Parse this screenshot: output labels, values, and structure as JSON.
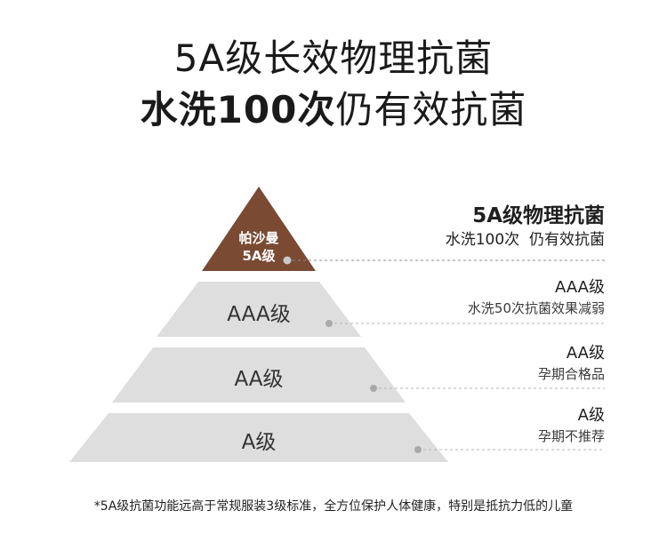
{
  "headline": {
    "line1": "5A级长效物理抗菌",
    "line2_bold": "水洗100次",
    "line2_normal": "仍有效抗菌"
  },
  "pyramid": {
    "top": {
      "line1": "帕沙曼",
      "line2": "5A级"
    },
    "tiers": [
      {
        "label": "AAA级"
      },
      {
        "label": "AA级"
      },
      {
        "label": "A级"
      }
    ]
  },
  "legend": [
    {
      "title": "5A级物理抗菌",
      "desc": "水洗100次  仍有效抗菌"
    },
    {
      "title": "AAA级",
      "desc": "水洗50次抗菌效果减弱"
    },
    {
      "title": "AA级",
      "desc": "孕期合格品"
    },
    {
      "title": "A级",
      "desc": "孕期不推荐"
    }
  ],
  "footnote": "*5A级抗菌功能远高于常规服装3级标准，全方位保护人体健康，特别是抵抗力低的儿童",
  "colors": {
    "top_tier": "#7a4a33",
    "lower_tier": "#dedede",
    "dot": "#a9a9a9",
    "leader": "#8c8c8c"
  }
}
